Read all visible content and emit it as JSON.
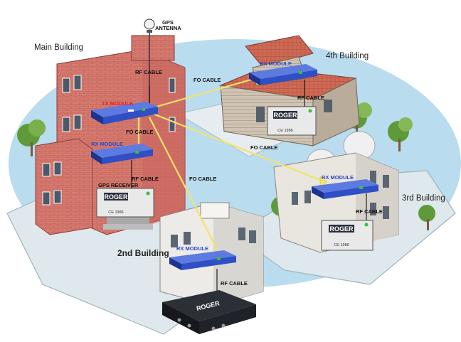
{
  "buildings": {
    "main": "Main Building",
    "second": "2nd Building",
    "third": "3rd Building",
    "fourth": "4th Building"
  },
  "labels": {
    "gps_antenna": "GPS ANTENNA",
    "rf_cable": "RF CABLE",
    "fo_cable": "FO CABLE",
    "gps_receiver": "GPS RECEIVER"
  },
  "modules": {
    "tx": "TX MODULE",
    "rx": "RX MODULE"
  },
  "device": {
    "brand": "ROGER",
    "ce": "CE 1986"
  },
  "colors": {
    "ground": "#b9dcef",
    "fiber": "#f3e36a",
    "module": "#2f4fc6",
    "tx_text": "#e0202a",
    "rx_text": "#2a49c8",
    "brick": "#d7776d"
  }
}
